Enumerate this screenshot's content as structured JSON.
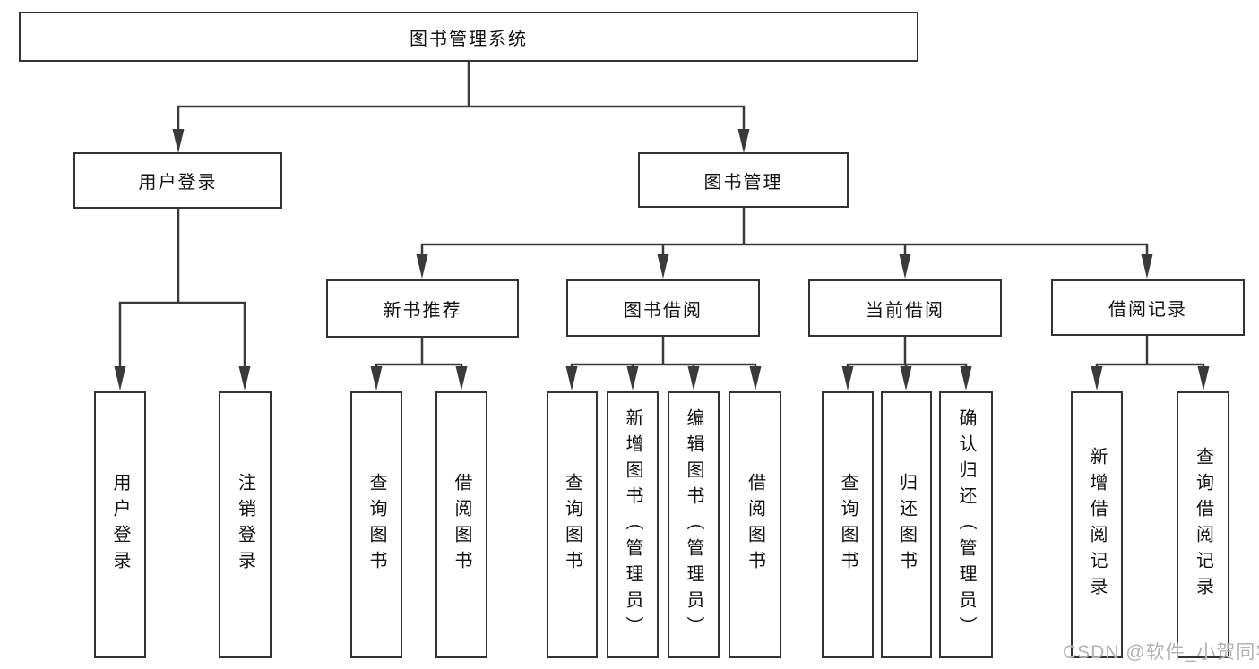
{
  "diagram": {
    "root": "图书管理系统",
    "level2": {
      "user_login": "用户登录",
      "book_mgmt": "图书管理"
    },
    "level3": {
      "new_books": "新书推荐",
      "book_borrow": "图书借阅",
      "current_borrow": "当前借阅",
      "borrow_records": "借阅记录"
    },
    "leaves": {
      "user_login": [
        "用户登录",
        "注销登录"
      ],
      "new_books": [
        "查询图书",
        "借阅图书"
      ],
      "book_borrow": [
        "查询图书",
        "新增图书（管理员）",
        "编辑图书（管理员）",
        "借阅图书"
      ],
      "current_borrow": [
        "查询图书",
        "归还图书",
        "确认归还（管理员）"
      ],
      "borrow_records": [
        "新增借阅记录",
        "查询借阅记录"
      ]
    },
    "watermark": "CSDN @软件_小贺同学",
    "colors": {
      "line": "#3a3a3a",
      "border": "#333333",
      "fill": "#ffffff",
      "text": "#111111",
      "watermark": "#b3b3b3"
    }
  }
}
